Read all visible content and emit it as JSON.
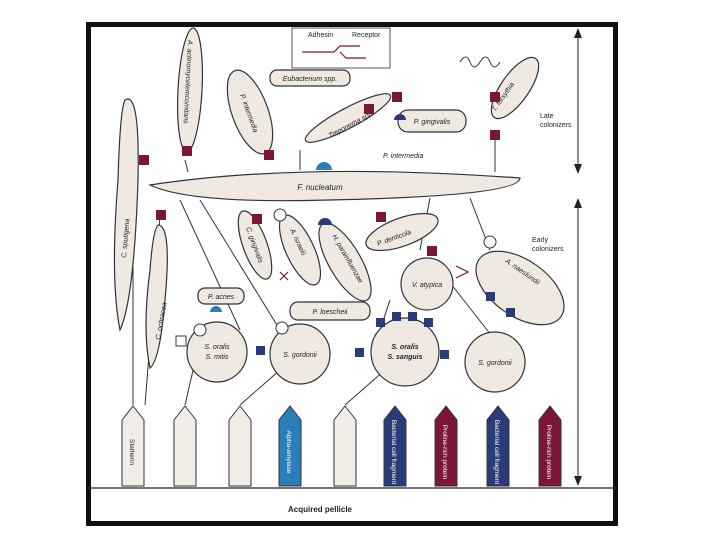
{
  "legend": {
    "adhesin_label": "Adhesin",
    "receptor_label": "Receptor"
  },
  "colonizer_groups": {
    "late": "Late colonizers",
    "early": "Early colonizers"
  },
  "bacteria": {
    "a_actinomycetemcomitans": "A. actinomycetemcomitans",
    "p_intermedia_top": "P. intermedia",
    "eubacterium": "Eubacterium spp.",
    "treponema": "Treponema spp.",
    "p_gingivalis": "P. gingivalis",
    "t_forsythia": "T. forsythia",
    "p_intermedia_mid": "P. intermedia",
    "c_sputigena": "C. sputigena",
    "f_nucleatum": "F. nucleatum",
    "c_gingivalis": "C. gingivalis",
    "a_israelii": "A. israelii",
    "h_parainfluenzae": "H. parainfluenzae",
    "p_denticola": "P. denticola",
    "c_ochracea": "C. ochracea",
    "p_acnes": "P. acnes",
    "p_loescheii": "P. loescheii",
    "v_atypica": "V. atypica",
    "a_naeslundii": "A. naeslundii",
    "s_oralis_mitis_1": "S. oralis",
    "s_oralis_mitis_2": "S. mitis",
    "s_gordonii_1": "S. gordonii",
    "s_oralis_sanguis_1": "S. oralis",
    "s_oralis_sanguis_2": "S. sanguis",
    "s_gordonii_2": "S. gordonii"
  },
  "receptors": [
    {
      "label": "Statherin",
      "color": "#f1ece6"
    },
    {
      "label": "",
      "color": "#f1ece6"
    },
    {
      "label": "",
      "color": "#f1ece6"
    },
    {
      "label": "Alpha-amylase",
      "color": "#2b7fb8"
    },
    {
      "label": "",
      "color": "#f1ece6"
    },
    {
      "label": "Bacterial cell fragment",
      "color": "#2a3b78"
    },
    {
      "label": "Proline-rich protein",
      "color": "#7a1636"
    },
    {
      "label": "Bacterial cell fragment",
      "color": "#2a3b78"
    },
    {
      "label": "Proline-rich protein",
      "color": "#7a1636"
    }
  ],
  "pellicle_label": "Acquired pellicle",
  "colors": {
    "maroon": "#7a1636",
    "navy": "#2a3b78",
    "blue": "#2b7fb8",
    "cell": "#efe9e2"
  }
}
